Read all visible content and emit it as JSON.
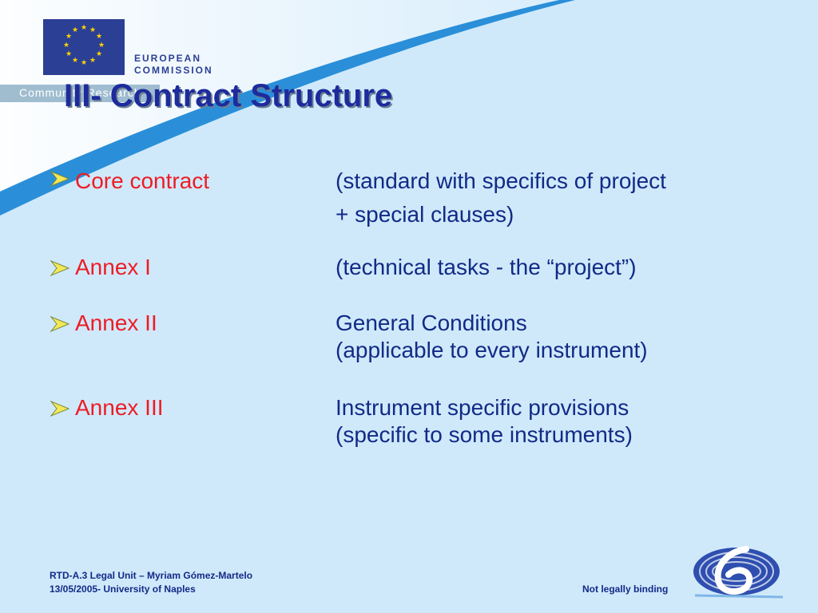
{
  "logo": {
    "line1": "EUROPEAN",
    "line2": "COMMISSION",
    "band_text": "Community Research"
  },
  "title": "III- Contract Structure",
  "items": [
    {
      "label": "Core contract",
      "desc": [
        "(standard with specifics of project",
        "+ special clauses)"
      ]
    },
    {
      "label": "Annex I",
      "desc": [
        "(technical tasks - the “project”)"
      ]
    },
    {
      "label": "Annex II",
      "desc": [
        "General Conditions",
        "(applicable to every instrument)"
      ]
    },
    {
      "label": "Annex III",
      "desc": [
        "Instrument specific provisions",
        "(specific to some instruments)"
      ]
    }
  ],
  "footer": {
    "line1": "RTD-A.3 Legal Unit – Myriam Gómez-Martelo",
    "line2": "13/05/2005- University of Naples",
    "right": "Not legally binding"
  },
  "colors": {
    "background": "#cfe9fb",
    "title": "#1d2b9c",
    "label": "#ee1c24",
    "text": "#122a86"
  },
  "icons": [
    "eu-flag-icon",
    "bullet-arrow-icon",
    "fp6-logo-icon"
  ]
}
